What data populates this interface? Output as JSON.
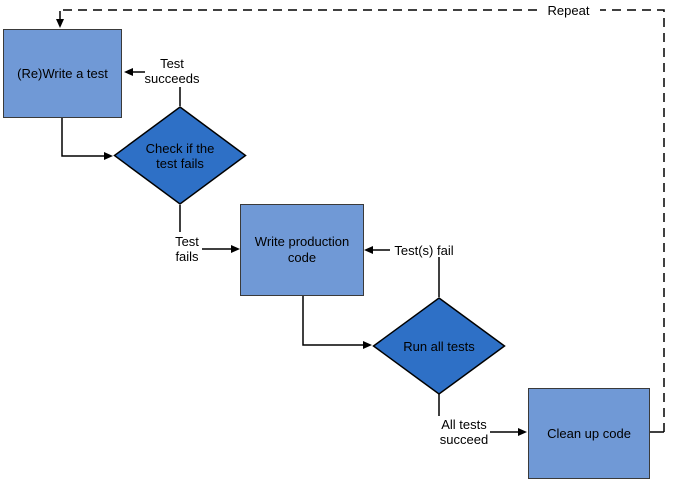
{
  "diagram": {
    "colors": {
      "canvas_bg": "#ffffff",
      "node_fill": "#7099d6",
      "node_border": "#3a3a3a",
      "decision_fill": "#2e70c6",
      "decision_border": "#000000",
      "line": "#000000",
      "text": "#000000"
    },
    "nodes": {
      "write_test": {
        "label": "(Re)Write a test"
      },
      "check_test_fails": {
        "label": "Check if the\ntest fails"
      },
      "write_production_code": {
        "label": "Write production\ncode"
      },
      "run_all_tests": {
        "label": "Run all tests"
      },
      "clean_up_code": {
        "label": "Clean up code"
      }
    },
    "edge_labels": {
      "test_succeeds": "Test\nsucceeds",
      "test_fails": "Test\nfails",
      "tests_fail": "Test(s) fail",
      "all_tests_succeed": "All tests\nsucceed",
      "repeat": "Repeat"
    }
  }
}
